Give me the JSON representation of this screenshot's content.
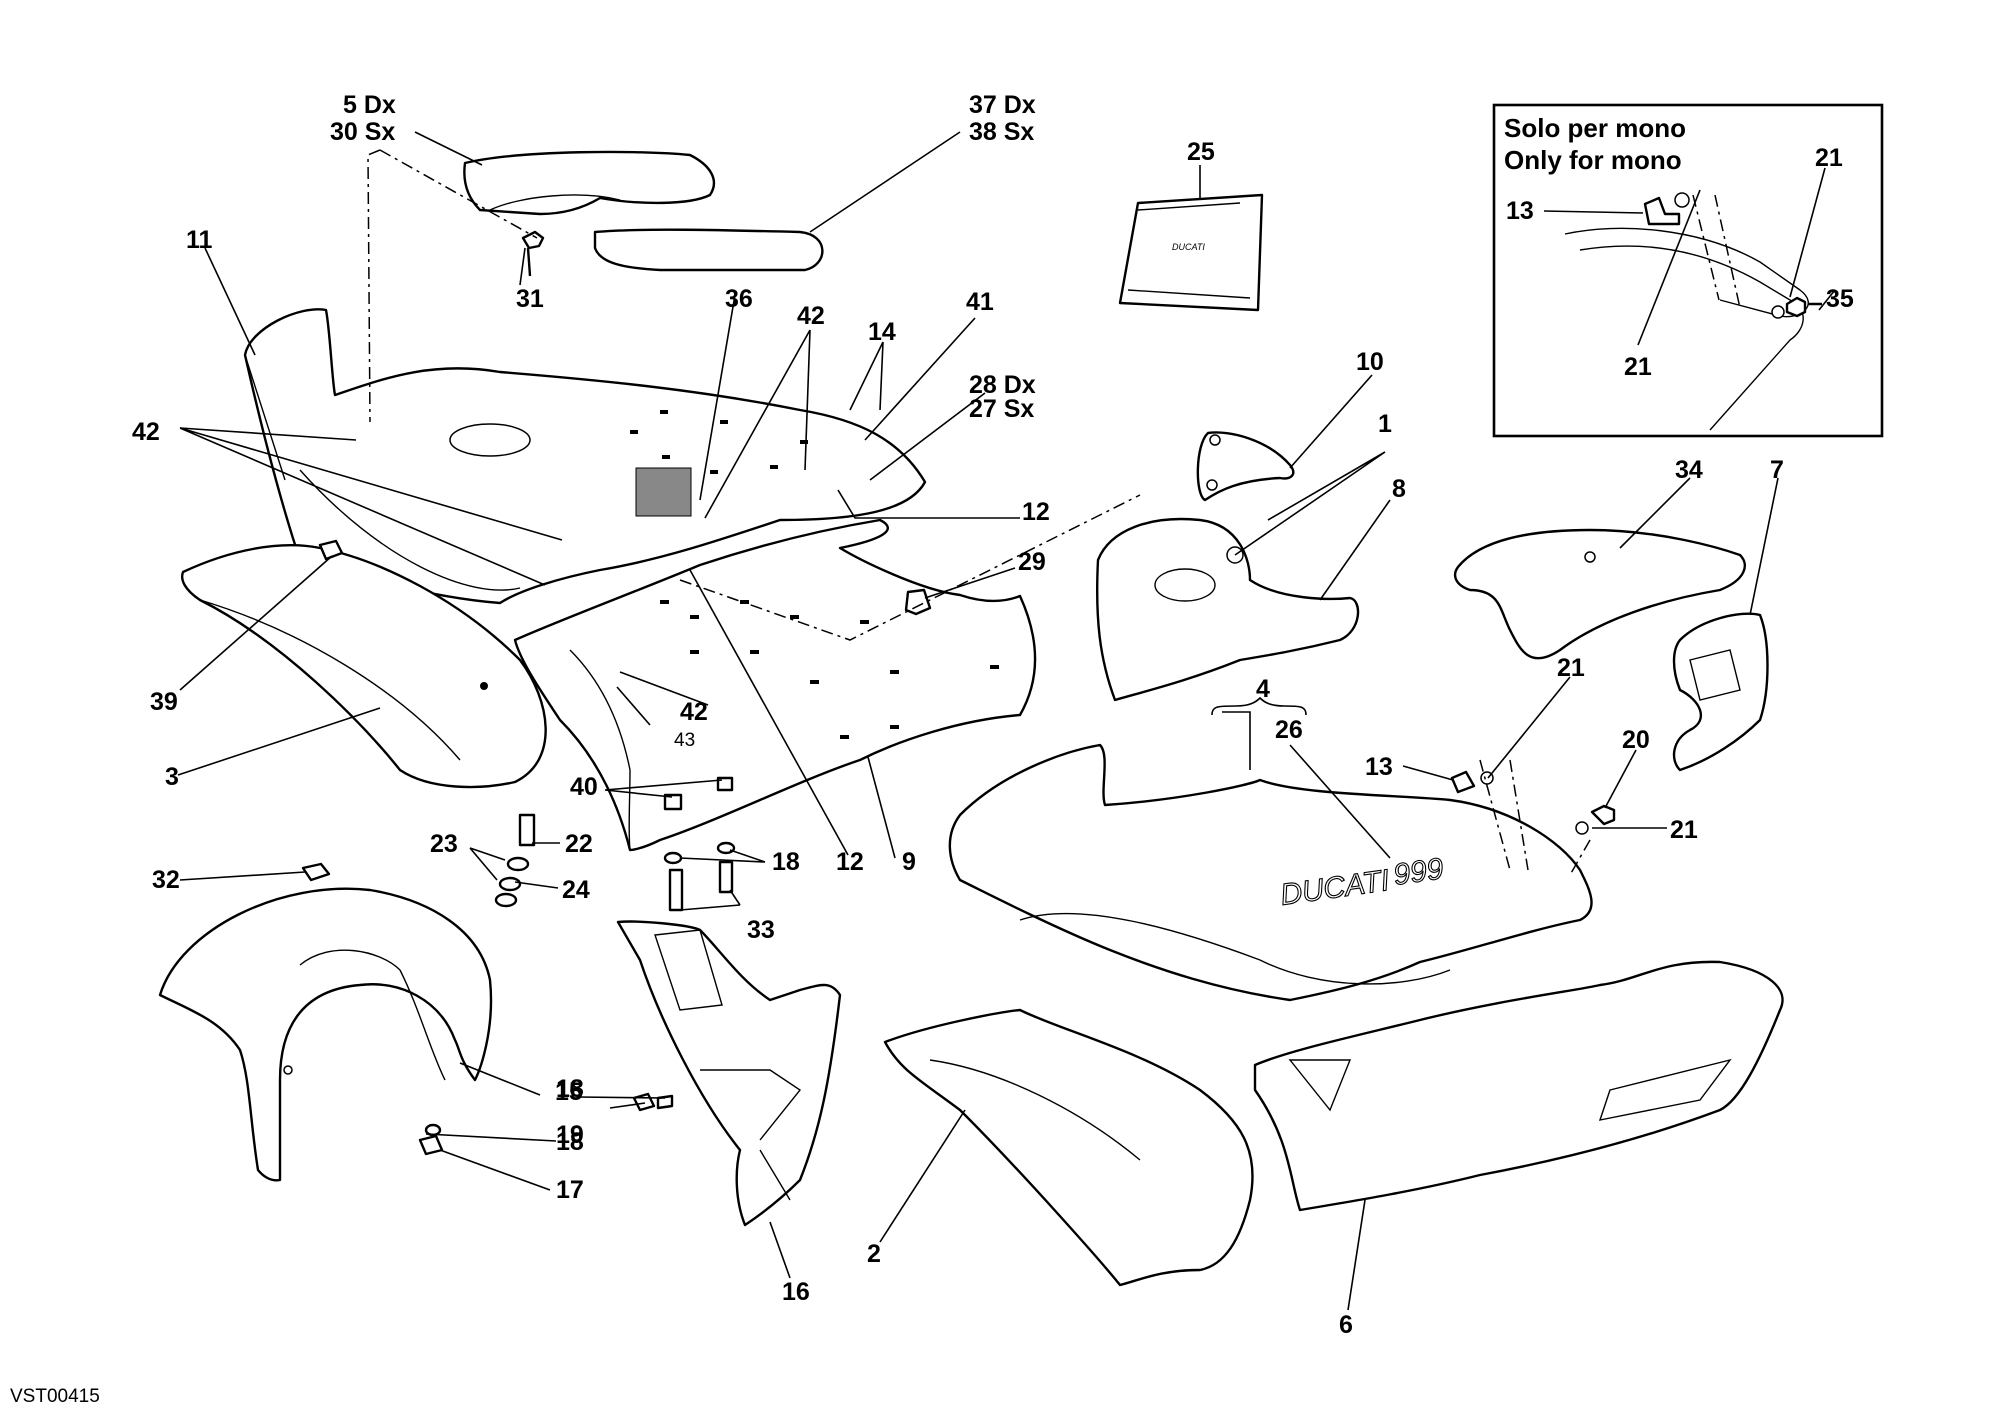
{
  "drawing_code": "VST00415",
  "inset": {
    "line1": "Solo per mono",
    "line2": "Only for mono"
  },
  "logos": {
    "fairing_brand": "DUCATI",
    "fairing_model": "999",
    "pouch_brand": "DUCATI"
  },
  "callouts": {
    "c5dx": "5 Dx",
    "c30sx": "30 Sx",
    "c37dx": "37 Dx",
    "c38sx": "38 Sx",
    "c25": "25",
    "c11": "11",
    "c31": "31",
    "c36": "36",
    "c42a": "42",
    "c14": "14",
    "c41": "41",
    "c28dx": "28 Dx",
    "c27sx": "27 Sx",
    "c10": "10",
    "c1": "1",
    "c8": "8",
    "c42b": "42",
    "c12a": "12",
    "c29": "29",
    "c39": "39",
    "c42c": "42",
    "c43": "43",
    "c3": "3",
    "c40": "40",
    "c23": "23",
    "c22": "22",
    "c24": "24",
    "c18a": "18",
    "c12b": "12",
    "c9": "9",
    "c32": "32",
    "c33": "33",
    "c4": "4",
    "c26": "26",
    "c34": "34",
    "c7": "7",
    "c21a": "21",
    "c13a": "13",
    "c20": "20",
    "c21b": "21",
    "c18b": "18",
    "c19": "19",
    "c15": "15",
    "c18c": "18",
    "c17": "17",
    "c16": "16",
    "c2": "2",
    "c6": "6",
    "inset_13": "13",
    "inset_21a": "21",
    "inset_21b": "21",
    "inset_35": "35"
  }
}
